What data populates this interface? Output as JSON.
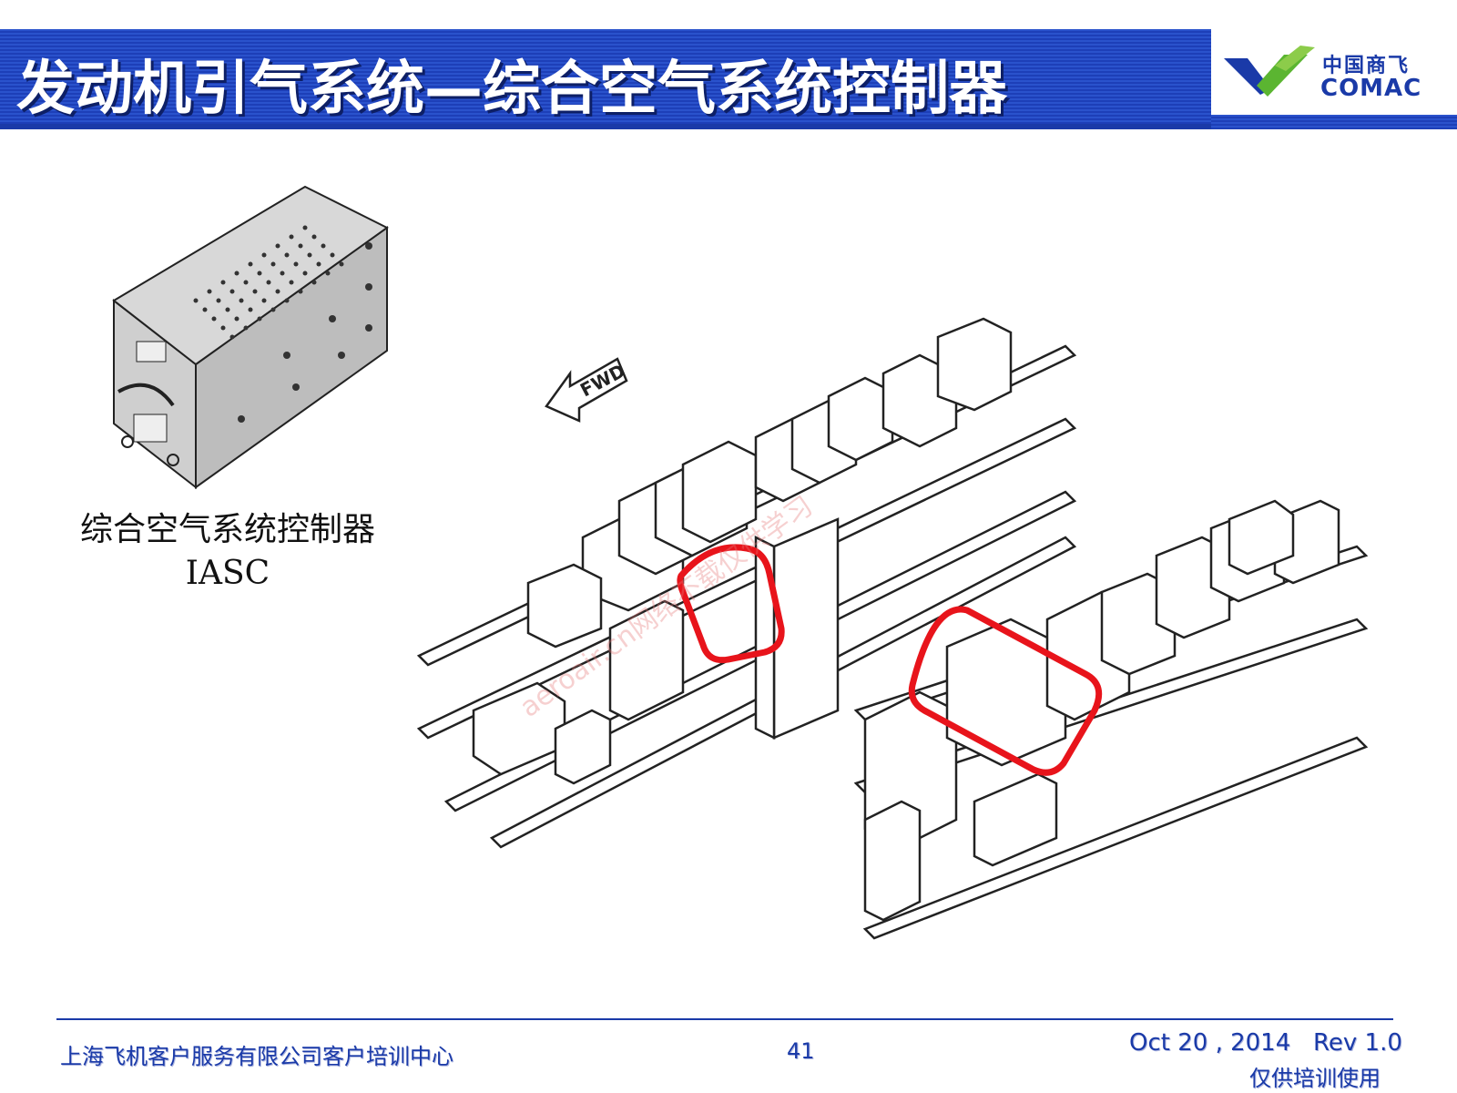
{
  "header": {
    "title": "发动机引气系统—综合空气系统控制器",
    "logo_cn": "中国商飞",
    "logo_en": "COMAC"
  },
  "figure": {
    "label_cn": "综合空气系统控制器",
    "label_en": "IASC",
    "arrow_label": "FWD",
    "watermark": "aeroair.cn网络不载仅供学习"
  },
  "footer": {
    "org": "上海飞机客户服务有限公司客户培训中心",
    "page": "41",
    "date": "Oct 20 , 2014",
    "rev": "Rev 1.0",
    "note": "仅供培训使用"
  },
  "colors": {
    "title_blue": "#1d3fb8",
    "highlight_red": "#e8141b",
    "footer_blue": "#1a3aa8"
  }
}
